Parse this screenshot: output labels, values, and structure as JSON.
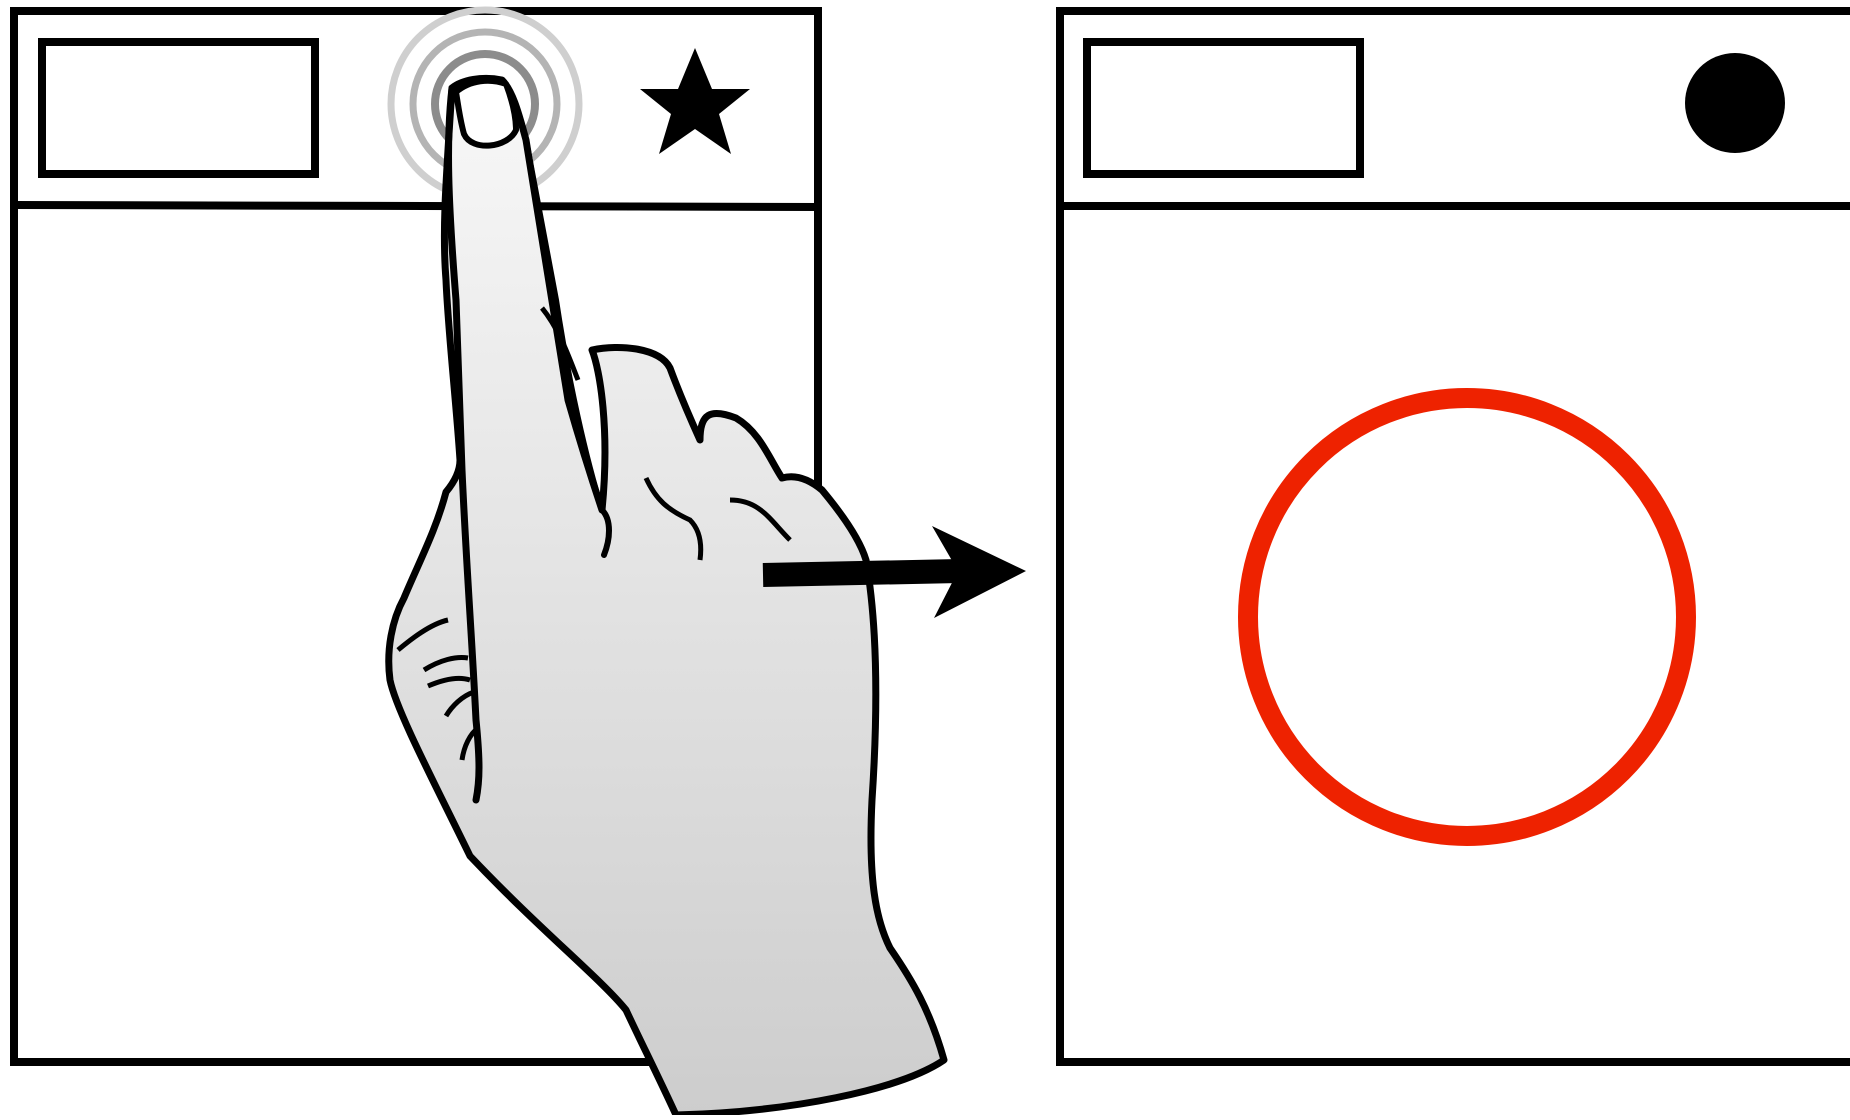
{
  "diagram": {
    "description_free": true,
    "panels": [
      {
        "id": "before",
        "header": {
          "field": "rectangle",
          "touch_target": "tap-ripple",
          "icon": "star-icon"
        }
      },
      {
        "id": "after",
        "header": {
          "field": "rectangle",
          "icon": "filled-circle-icon"
        },
        "content": {
          "icon": "circle-outline-icon"
        }
      }
    ],
    "gesture": {
      "type": "tap",
      "icon": "pointing-hand-icon"
    },
    "transition": {
      "icon": "arrow-right-icon"
    }
  },
  "colors": {
    "stroke": "#000000",
    "ripple_outer": "#cfcfcf",
    "ripple_mid": "#b4b4b4",
    "ripple_inner": "#8c8c8c",
    "highlight_ring": "#ee2200",
    "hand_top": "#f8f8f8",
    "hand_bottom": "#cdcdcd"
  }
}
